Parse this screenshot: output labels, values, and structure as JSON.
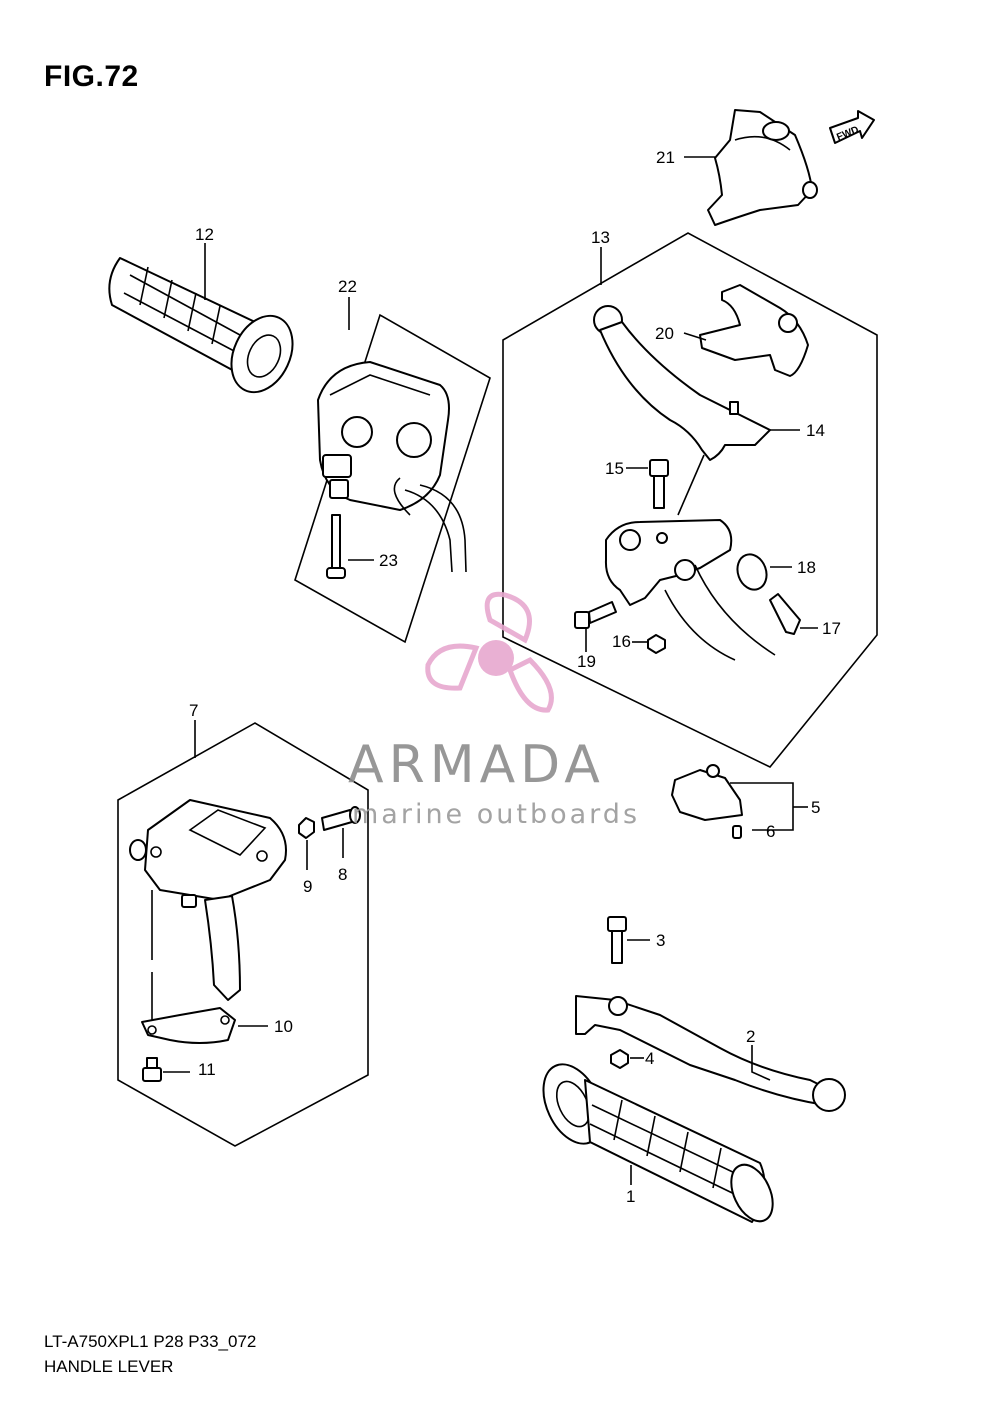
{
  "figure": {
    "title": "FIG.72",
    "code": "LT-A750XPL1 P28 P33_072",
    "name": "HANDLE LEVER"
  },
  "fwd_label": "FWD",
  "callouts": [
    "1",
    "2",
    "3",
    "4",
    "5",
    "6",
    "7",
    "8",
    "9",
    "10",
    "11",
    "12",
    "13",
    "14",
    "15",
    "16",
    "17",
    "18",
    "19",
    "20",
    "21",
    "22",
    "23"
  ],
  "watermark": {
    "brand": "ARMADA",
    "tagline": "marine outboards",
    "logo_color": "#e7a8cf"
  }
}
